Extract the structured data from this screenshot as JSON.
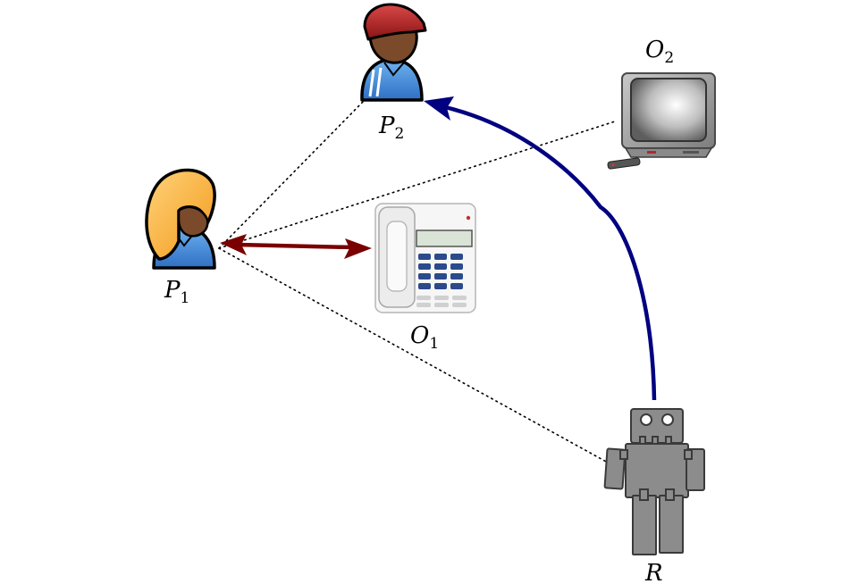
{
  "nodes": {
    "p1": {
      "letter": "P",
      "sub": "1"
    },
    "p2": {
      "letter": "P",
      "sub": "2"
    },
    "o1": {
      "letter": "O",
      "sub": "1"
    },
    "o2": {
      "letter": "O",
      "sub": "2"
    },
    "r": {
      "letter": "R"
    }
  },
  "edges": [
    {
      "from": "p1",
      "to": "p2",
      "style": "dotted"
    },
    {
      "from": "p1",
      "to": "o2",
      "style": "dotted"
    },
    {
      "from": "p1",
      "to": "r",
      "style": "dotted"
    },
    {
      "from": "p1",
      "to": "o1",
      "style": "double-arrow",
      "color": "#7a0000"
    },
    {
      "from": "r",
      "to": "p2",
      "style": "curved-arrow",
      "color": "#000080"
    }
  ],
  "colors": {
    "person_shirt": "#3f8fdc",
    "hair_p1": "#f5a623",
    "cap_p2": "#a81b1b",
    "skin": "#7a4a2a",
    "robot": "#8c8c8c",
    "tv_body": "#9a9a9a",
    "arrow_interaction": "#7a0000",
    "arrow_robot": "#000080"
  },
  "icons": {
    "p1": "person-female-icon",
    "p2": "person-cap-icon",
    "o1": "desk-phone-icon",
    "o2": "television-icon",
    "r": "robot-icon"
  }
}
